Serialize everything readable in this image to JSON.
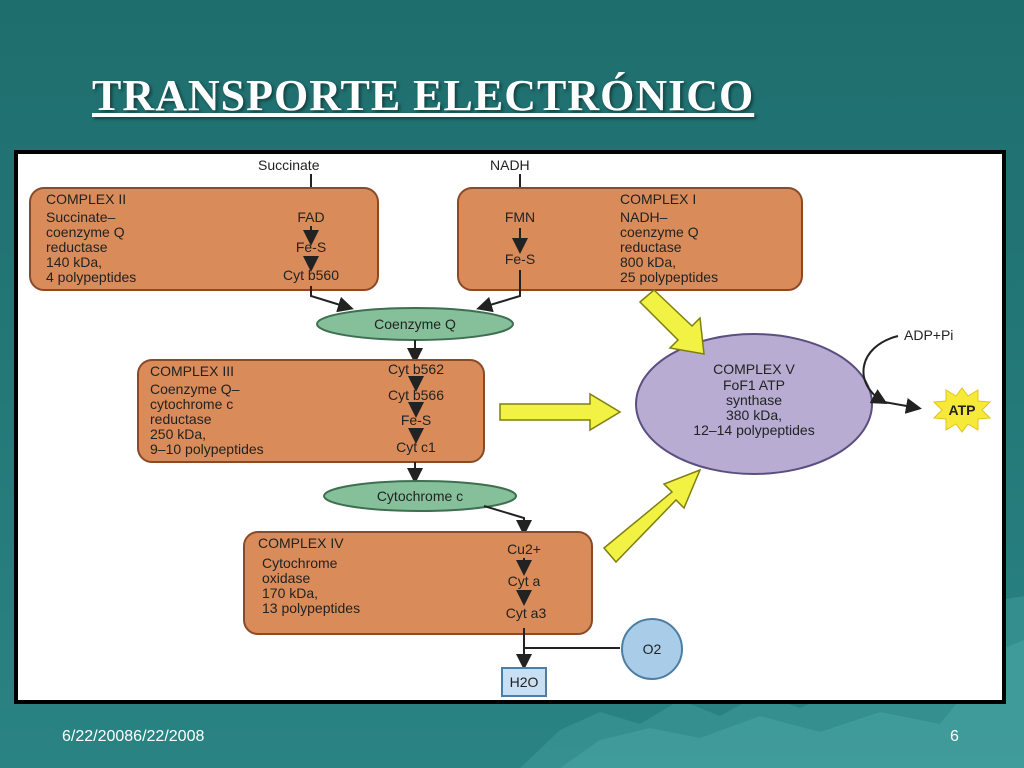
{
  "slide": {
    "title": "TRANSPORTE ELECTRÓNICO",
    "footer_date": "6/22/20086/22/2008",
    "page_number": "6"
  },
  "diagram": {
    "inputs": {
      "succinate": "Succinate",
      "nadh": "NADH"
    },
    "complex2": {
      "title": "COMPLEX II",
      "lines": [
        "Succinate–",
        "coenzyme Q",
        "reductase",
        "140 kDa,",
        "4 polypeptides"
      ],
      "carriers": [
        "FAD",
        "Fe-S",
        "Cyt b560"
      ]
    },
    "complex1": {
      "title": "COMPLEX I",
      "lines": [
        "NADH–",
        "coenzyme Q",
        "reductase",
        "800 kDa,",
        "25 polypeptides"
      ],
      "carriers": [
        "FMN",
        "Fe-S"
      ]
    },
    "coenzyme_q": "Coenzyme Q",
    "complex3": {
      "title": "COMPLEX III",
      "lines": [
        "Coenzyme Q–",
        "cytochrome c",
        "reductase",
        "250 kDa,",
        "9–10 polypeptides"
      ],
      "carriers": [
        "Cyt b562",
        "Cyt b566",
        "Fe-S",
        "Cyt c1"
      ]
    },
    "cytochrome_c": "Cytochrome c",
    "complex4": {
      "title": "COMPLEX IV",
      "lines": [
        "Cytochrome",
        "oxidase",
        "170 kDa,",
        "13 polypeptides"
      ],
      "carriers": [
        "Cu2+",
        "Cyt a",
        "Cyt a3"
      ]
    },
    "complex5": {
      "title": "COMPLEX V",
      "lines": [
        "FoF1 ATP",
        "synthase",
        "380 kDa,",
        "12–14 polypeptides"
      ]
    },
    "adp": "ADP+Pi",
    "atp": "ATP",
    "o2": "O2",
    "h2o": "H2O"
  },
  "colors": {
    "background": "#237777",
    "complex_box": "#d98c5a",
    "oval": "#86c09b",
    "complex5": "#b8acd3",
    "arrow_yellow": "#f2f245",
    "atp_burst": "#f7e93a",
    "o2_circle": "#a9cde8"
  }
}
